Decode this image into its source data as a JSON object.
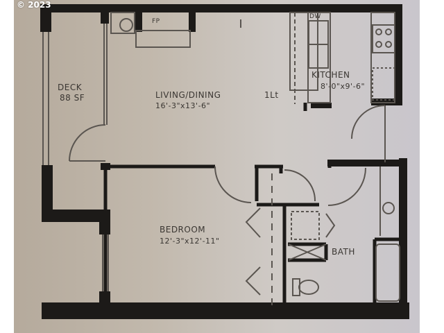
{
  "watermark": {
    "copyright": "© 2023"
  },
  "colors": {
    "wall": "#1c1a18",
    "line": "#5a5550",
    "paper": "#c4bcb2"
  },
  "rooms": {
    "deck": {
      "name": "DECK",
      "area": "88 SF"
    },
    "living": {
      "name": "LIVING/DINING",
      "dims": "16'-3\"x13'-6\"",
      "note": "1Lt"
    },
    "kitchen": {
      "name": "KITCHEN",
      "dims": "8'-0\"x9'-6\""
    },
    "bedroom": {
      "name": "BEDROOM",
      "dims": "12'-3\"x12'-11\""
    },
    "bath": {
      "name": "BATH"
    }
  },
  "fixtures": {
    "fireplace": "FP",
    "dishwasher": "DW"
  }
}
